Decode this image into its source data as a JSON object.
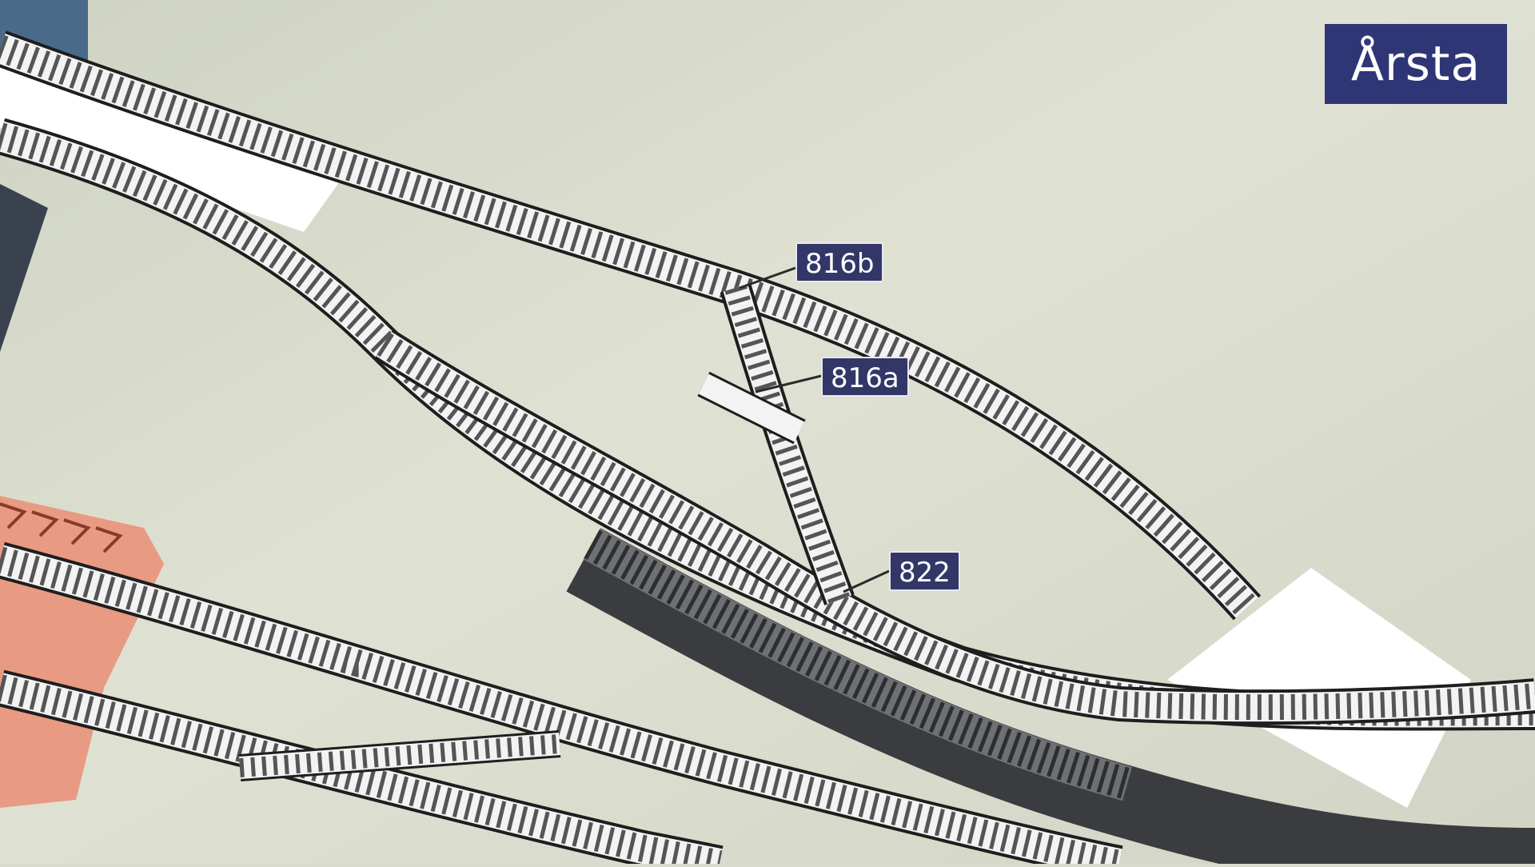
{
  "station": {
    "name": "Årsta"
  },
  "switches": [
    {
      "id": "816b",
      "label": "816b"
    },
    {
      "id": "816a",
      "label": "816a"
    },
    {
      "id": "822",
      "label": "822"
    }
  ],
  "colors": {
    "ground": "#d9dccc",
    "label_background": "#2f3676",
    "tag_background": "#323768",
    "platform": "#ffffff",
    "hatched_zone": "#e89a82"
  }
}
